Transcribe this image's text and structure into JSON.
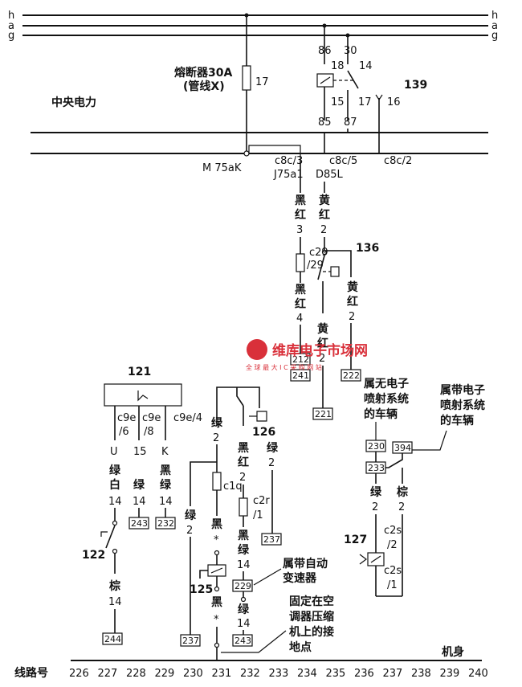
{
  "bus_lines": [
    "h",
    "a",
    "g"
  ],
  "fuse": {
    "name": "熔断器30A",
    "sub": "(管线X)",
    "number": "17"
  },
  "relay": {
    "id": "139",
    "pins": [
      "86",
      "30",
      "18",
      "14",
      "15",
      "17",
      "16",
      "85",
      "87"
    ]
  },
  "central_power": "中央电力",
  "connectors": {
    "m75ak": "M 75aK",
    "c8c3": "c8c/3",
    "c8c5": "c8c/5",
    "c8c2": "c8c/2",
    "j75a1": "J75a1",
    "d85l": "D85L",
    "c29": "c29",
    "c29b": "/29",
    "c9e6a": "c9e",
    "c9e6b": "/6",
    "c9e8a": "c9e",
    "c9e8b": "/8",
    "c9e4": "c9e/4",
    "c1q": "c1q",
    "c2ra": "c2r",
    "c2rb": "/1",
    "c2s2a": "c2s",
    "c2s2b": "/2",
    "c2s1a": "c2s",
    "c2s1b": "/1"
  },
  "components": {
    "c136": "136",
    "c121": "121",
    "c122": "122",
    "c125": "125",
    "c126": "126",
    "c127": "127"
  },
  "wire_colors": {
    "black": "黑",
    "red": "红",
    "yellow": "黄",
    "green": "绿",
    "white": "白",
    "brown": "棕"
  },
  "wire_numbers": {
    "n2": "2",
    "n3": "3",
    "n4": "4",
    "n14": "14"
  },
  "pins_121": {
    "u": "U",
    "n15": "15",
    "k": "K"
  },
  "star": "*",
  "refs": {
    "r241": "241",
    "r212": "212",
    "r222": "222",
    "r221": "221",
    "r230": "230",
    "r394": "394",
    "r233": "233",
    "r243a": "243",
    "r232": "232",
    "r237a": "237",
    "r229": "229",
    "r244": "244",
    "r237b": "237",
    "r243b": "243"
  },
  "notes": {
    "no_efi": [
      "属无电子",
      "喷射系统",
      "的车辆"
    ],
    "with_efi": [
      "属带电子",
      "喷射系统",
      "的车辆"
    ],
    "auto_trans": [
      "属带自动",
      "变速器"
    ],
    "ground": [
      "固定在空",
      "调器压缩",
      "机上的接",
      "地点"
    ]
  },
  "body_ground": "机身",
  "line_number_label": "线路号",
  "line_numbers": [
    "226",
    "227",
    "228",
    "229",
    "230",
    "231",
    "232",
    "233",
    "234",
    "235",
    "236",
    "237",
    "238",
    "239",
    "240"
  ],
  "watermark": {
    "main": "维库电子市场网",
    "sub": "全 球 最 大 I C 采 购 网 站"
  }
}
